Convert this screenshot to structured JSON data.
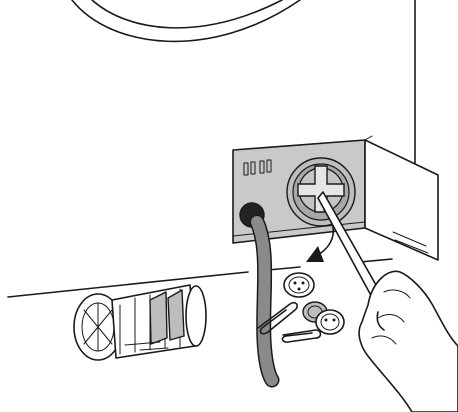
{
  "illustration": {
    "elements": [
      {
        "name": "washer-door-arc",
        "icon": "door-arc"
      },
      {
        "name": "washer-front-panel",
        "icon": "panel-edge"
      },
      {
        "name": "floor-line",
        "icon": "line"
      },
      {
        "name": "service-flap",
        "icon": "open-flap"
      },
      {
        "name": "drain-pump-filter-cap",
        "icon": "filter-cap"
      },
      {
        "name": "emergency-drain-hose",
        "icon": "hose"
      },
      {
        "name": "rotate-direction-arrow",
        "icon": "curved-arrow"
      },
      {
        "name": "removed-pump-filter",
        "icon": "filter-insert"
      },
      {
        "name": "foreign-objects",
        "icon": "buttons-paperclips"
      },
      {
        "name": "hand-with-tool",
        "icon": "hand-screwdriver"
      }
    ],
    "colors": {
      "line": "#1a1a1a",
      "panel": "#c9c9c9",
      "hose": "#8a8a8a",
      "background": "#ffffff"
    }
  }
}
